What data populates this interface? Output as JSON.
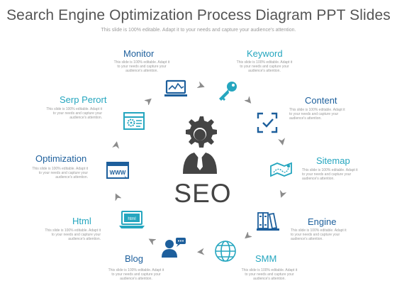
{
  "header": {
    "title": "Search Engine Optimization Process Diagram PPT Slides",
    "subtitle": "This slide is 100% editable. Adapt it to your needs and capture your audience's attention."
  },
  "center": {
    "label": "SEO",
    "icon": "seo-person-gear-icon"
  },
  "nodes": [
    {
      "label": "Monitor",
      "desc": "This slide is 100% editable. Adapt it to your needs and capture your audience's attention.",
      "icon": "monitor-chart-icon"
    },
    {
      "label": "Keyword",
      "desc": "This slide is 100% editable. Adapt it to your needs and capture your audience's attention.",
      "icon": "key-icon"
    },
    {
      "label": "Content",
      "desc": "This slide is 100% editable. Adapt it to your needs and capture your audience's attention.",
      "icon": "content-check-icon"
    },
    {
      "label": "Sitemap",
      "desc": "This slide is 100% editable. Adapt it to your needs and capture your audience's attention.",
      "icon": "sitemap-map-icon"
    },
    {
      "label": "Engine",
      "desc": "This slide is 100% editable. Adapt it to your needs and capture your audience's attention.",
      "icon": "engine-books-icon"
    },
    {
      "label": "SMM",
      "desc": "This slide is 100% editable. Adapt it to your needs and capture your audience's attention.",
      "icon": "globe-network-icon"
    },
    {
      "label": "Blog",
      "desc": "This slide is 100% editable. Adapt it to your needs and capture your audience's attention.",
      "icon": "blog-user-chat-icon"
    },
    {
      "label": "Html",
      "desc": "This slide is 100% editable. Adapt it to your needs and capture your audience's attention.",
      "icon": "html-laptop-icon",
      "icon_text": "html"
    },
    {
      "label": "Optimization",
      "desc": "This slide is 100% editable. Adapt it to your needs and capture your audience's attention.",
      "icon": "www-browser-icon",
      "icon_text": "WWW"
    },
    {
      "label": "Serp Perort",
      "desc": "This slide is 100% editable. Adapt it to your needs and capture your audience's attention.",
      "icon": "serp-browser-gear-icon"
    }
  ],
  "colors": {
    "blue": "#1d5f9c",
    "teal": "#25a6bf",
    "dark": "#444444",
    "arrow": "#8c8c8c"
  }
}
